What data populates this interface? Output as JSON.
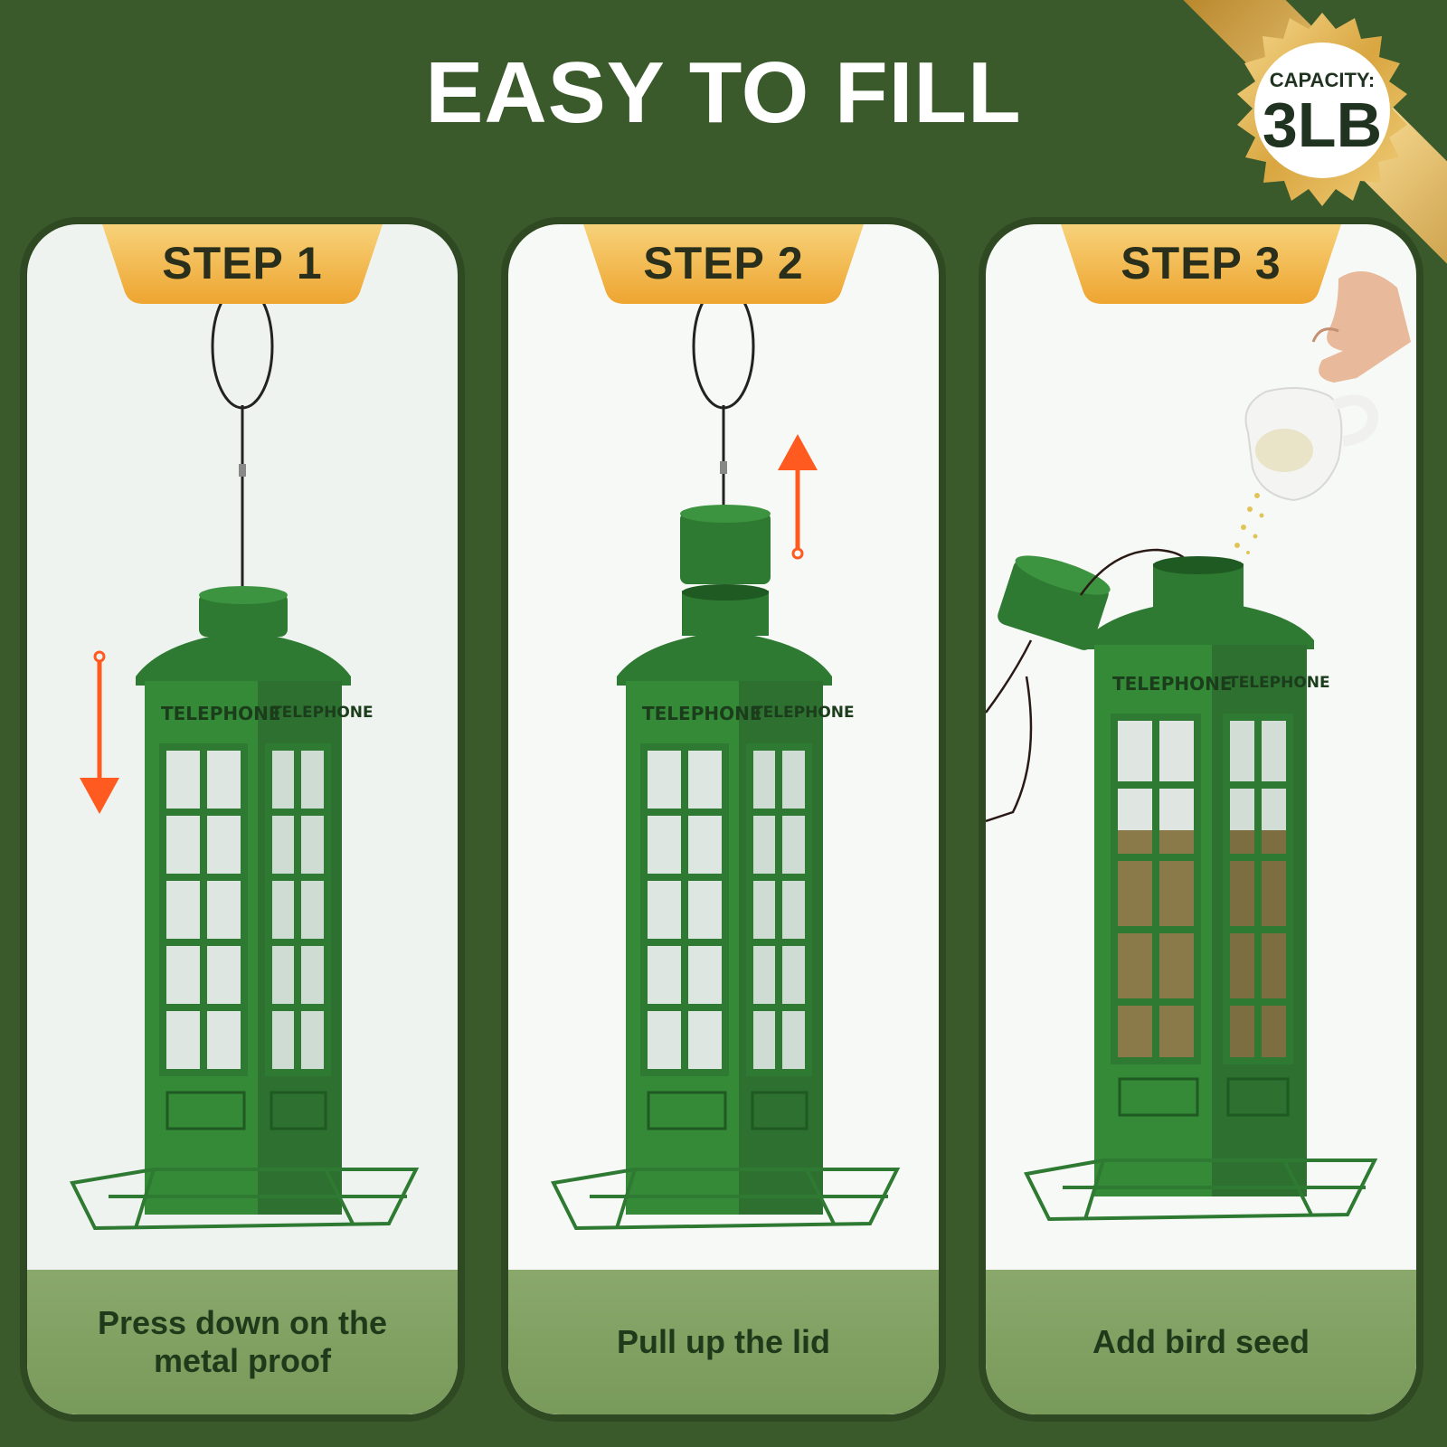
{
  "header": {
    "title": "EASY TO FILL"
  },
  "badge": {
    "label": "CAPACITY:",
    "value": "3LB"
  },
  "steps": [
    {
      "label": "STEP 1",
      "caption": "Press down on the metal proof"
    },
    {
      "label": "STEP 2",
      "caption": "Pull up the lid"
    },
    {
      "label": "STEP 3",
      "caption": "Add bird seed"
    }
  ],
  "feeder": {
    "panel_text": "TELEPHONE"
  },
  "colors": {
    "background": "#3b5a2c",
    "feeder_green": "#2f7a32",
    "arrow_orange": "#ff5a1f",
    "tab_gold": "#f2b43c"
  },
  "icons": [
    "arrow-down-icon",
    "arrow-up-icon",
    "hand-icon",
    "scoop-icon"
  ]
}
